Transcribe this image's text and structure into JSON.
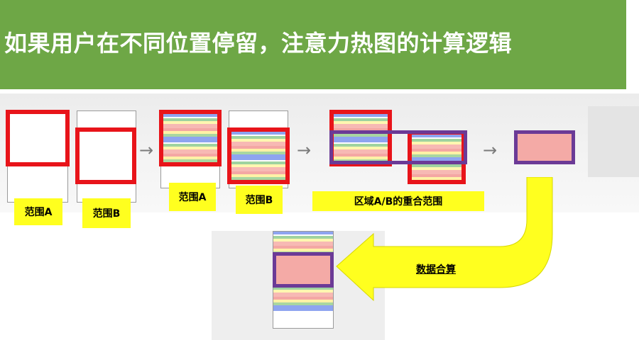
{
  "title": "如果用户在不同位置停留，注意力热图的计算逻辑",
  "labels": {
    "range_a": "范围A",
    "range_b": "范围B",
    "overlap": "区域A/B的重合范围",
    "merge": "数据合算"
  },
  "colors": {
    "banner": "#6ea746",
    "range_a_frame": "#e8141a",
    "overlap_frame": "#6b3a96",
    "label_bg": "#ffff1f",
    "merge_arrow": "#ffff1f",
    "heat_pink": "#f4aaa6"
  },
  "icons": {
    "step_arrow": "right-arrow-icon",
    "merge_arrow": "curved-arrow-icon"
  },
  "step_arrow_glyph": "→"
}
